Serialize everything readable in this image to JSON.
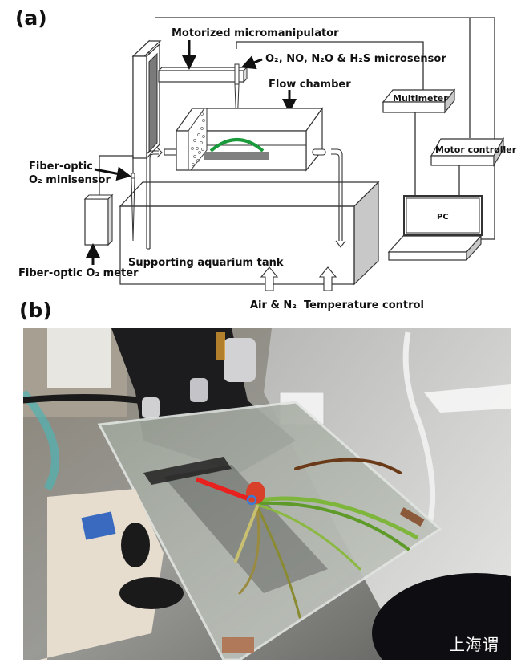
{
  "panels": {
    "a": {
      "label": "(a)",
      "title": "Experimental setup schematic",
      "components": {
        "micromanipulator": "Motorized micromanipulator",
        "microsensor": "O₂, NO, N₂O & H₂S microsensor",
        "flow_chamber": "Flow chamber",
        "multimeter": "Multimeter",
        "motor_controller": "Motor controller",
        "pc": "PC",
        "fiber_minisensor_line1": "Fiber-optic",
        "fiber_minisensor_line2": "O₂ minisensor",
        "fiber_meter": "Fiber-optic O₂ meter",
        "aquarium": "Supporting aquarium tank",
        "air_n2": "Air & N₂",
        "temperature": "Temperature control"
      },
      "colors": {
        "line": "#333333",
        "seagrass": "#1a9a3a",
        "sediment_bar": "#808080",
        "side_shade": "#c8c8c8",
        "dark_plate": "#7a7a7a"
      }
    },
    "b": {
      "label": "(b)",
      "title": "Photograph of the setup with seagrass in flow chamber",
      "annotation": "red arrow pointing at measurement spot on plant",
      "colors": {
        "arrow": "#e8201e",
        "target_ring": "#3a7bd5",
        "seagrass": "#7db63a"
      },
      "watermark": "上海谓"
    }
  }
}
